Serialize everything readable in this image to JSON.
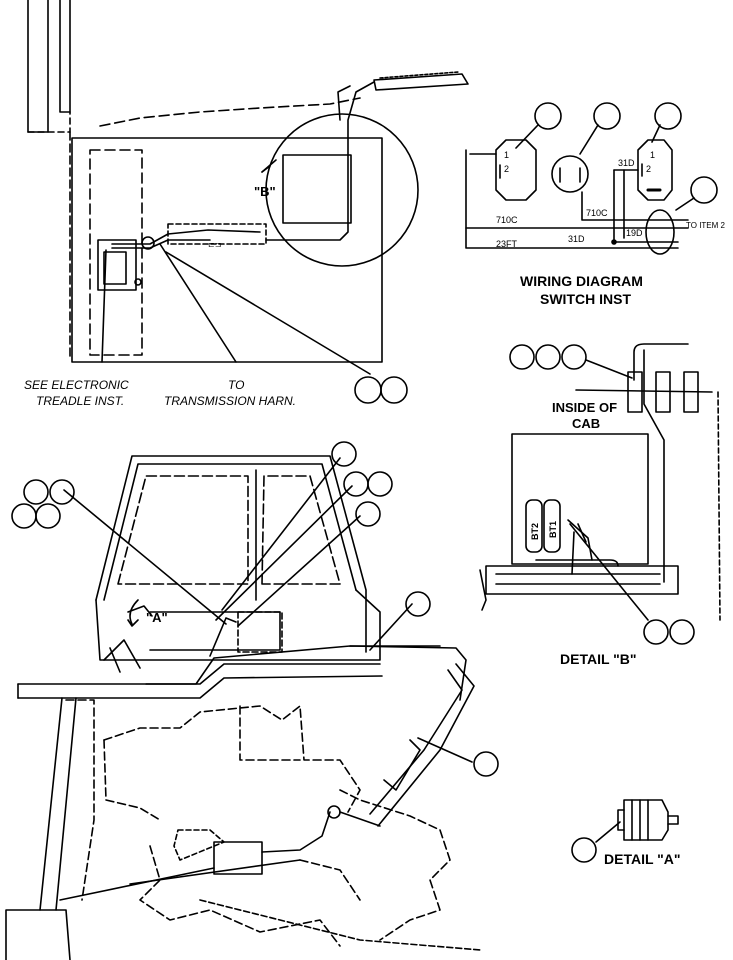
{
  "labels": {
    "view_b_marker": "\"B\"",
    "view_a_marker": "\"A\"",
    "see_electronic_1": "SEE ELECTRONIC",
    "see_electronic_2": "TREADLE INST.",
    "to_trans_1": "TO",
    "to_trans_2": "TRANSMISSION HARN.",
    "wiring_title_1": "WIRING DIAGRAM",
    "wiring_title_2": "SWITCH INST",
    "inside_cab_1": "INSIDE OF",
    "inside_cab_2": "CAB",
    "detail_b": "DETAIL \"B\"",
    "detail_a": "DETAIL \"A\""
  },
  "wiring": {
    "pin1_left": "1",
    "pin2_left": "2",
    "pin31d": "31D",
    "pin1_right": "1",
    "pin2_right": "2",
    "w710c_left": "710C",
    "w710c_right": "710C",
    "w31d": "31D",
    "w19d": "19D",
    "w23ft": "23FT",
    "to_item2": "TO ITEM 2"
  },
  "detail_b_parts": {
    "bt2": "BT2",
    "bt1": "BT1"
  },
  "colors": {
    "line": "#000000",
    "background": "#ffffff"
  }
}
